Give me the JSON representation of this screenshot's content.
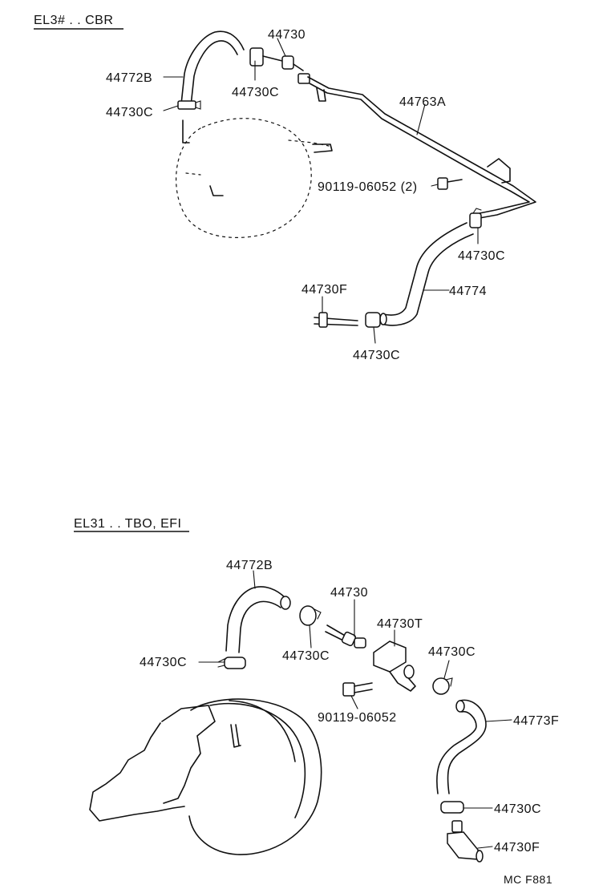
{
  "sections": [
    {
      "title": "EL3# . . CBR"
    },
    {
      "title": "EL31 . . TBO, EFI"
    }
  ],
  "top_labels": {
    "p44730": "44730",
    "p44772b": "44772B",
    "p44730c_a": "44730C",
    "p44730c_b": "44730C",
    "p44763a": "44763A",
    "p90119": "90119-06052 (2)",
    "p44730c_c": "44730C",
    "p44730f": "44730F",
    "p44774": "44774",
    "p44730c_d": "44730C"
  },
  "bottom_labels": {
    "p44772b": "44772B",
    "p44730": "44730",
    "p44730t": "44730T",
    "p44730c_a": "44730C",
    "p44730c_b": "44730C",
    "p44730c_c": "44730C",
    "p90119": "90119-06052",
    "p44773f": "44773F",
    "p44730c_d": "44730C",
    "p44730f": "44730F"
  },
  "footer_code": "MC F881"
}
